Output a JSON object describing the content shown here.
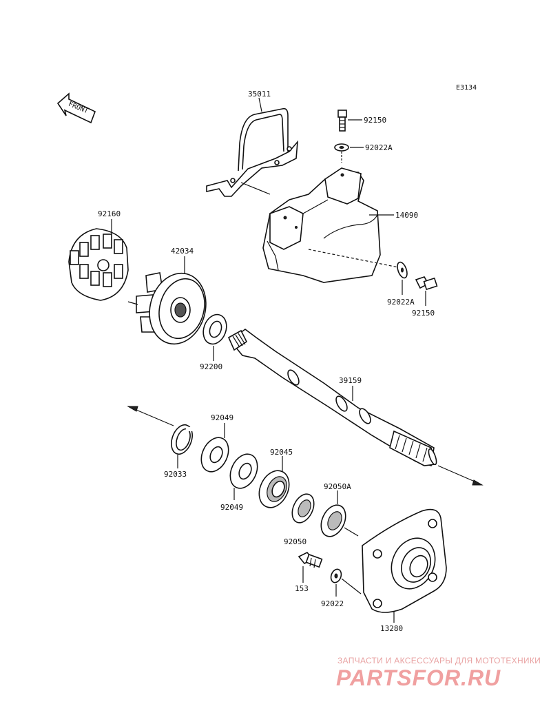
{
  "figure_code": "E3134",
  "front_label": "FRONT",
  "labels": {
    "l35011": "35011",
    "l92150_top": "92150",
    "l92022A_top": "92022A",
    "l14090": "14090",
    "l92160": "92160",
    "l42034": "42034",
    "l92022A_bot": "92022A",
    "l92150_bot": "92150",
    "l92200": "92200",
    "l39159": "39159",
    "l92049_top": "92049",
    "l92033": "92033",
    "l92045": "92045",
    "l92049_bot": "92049",
    "l92050A": "92050A",
    "l92050": "92050",
    "l153": "153",
    "l92022": "92022",
    "l13280": "13280"
  },
  "watermark": {
    "tagline": "ЗАПЧАСТИ И АКСЕССУАРЫ ДЛЯ МОТОТЕХНИКИ",
    "logo": "PARTSFOR.RU",
    "color": "#f0a0a0"
  }
}
